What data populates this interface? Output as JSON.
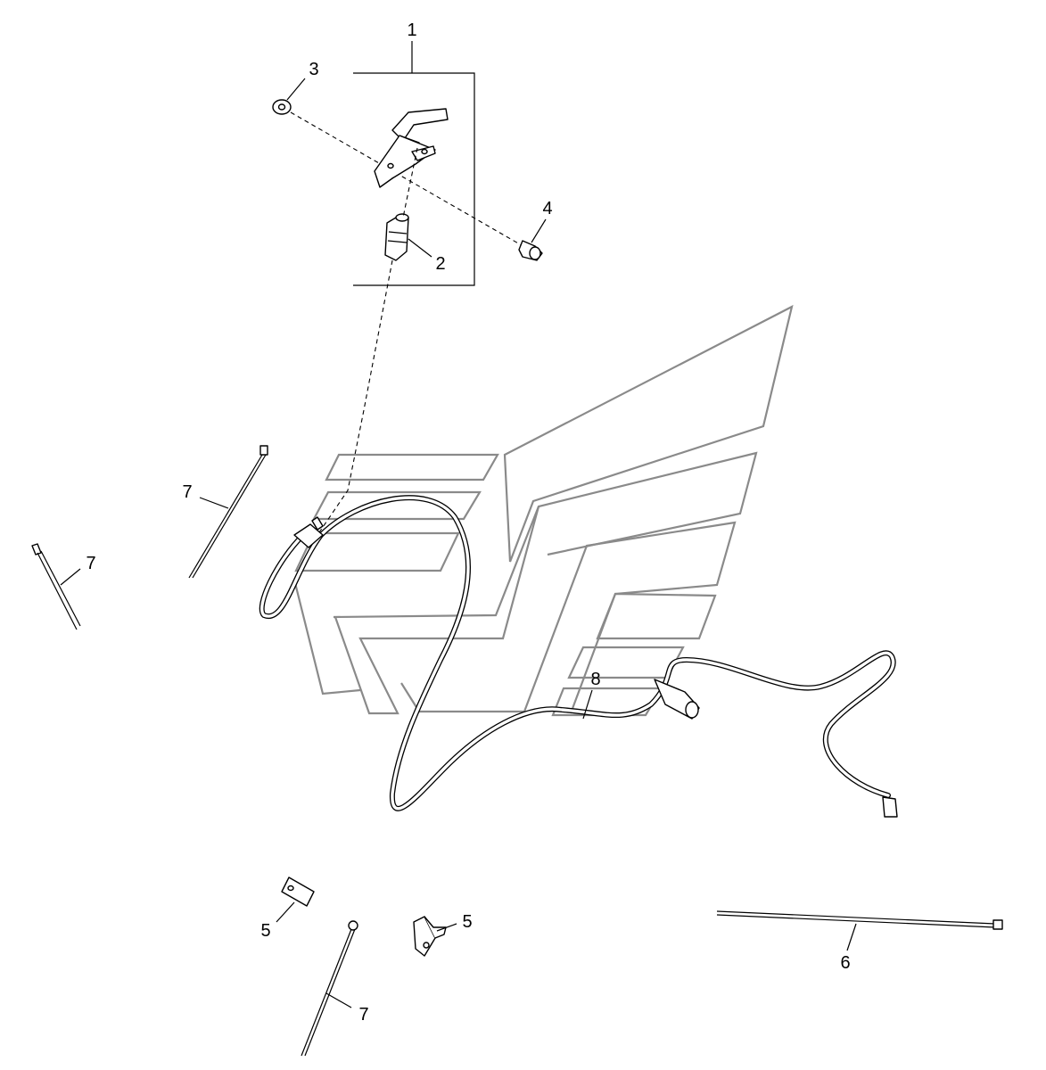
{
  "diagram": {
    "callouts": [
      {
        "id": "c1",
        "label": "1"
      },
      {
        "id": "c2",
        "label": "2"
      },
      {
        "id": "c3",
        "label": "3"
      },
      {
        "id": "c4",
        "label": "4"
      },
      {
        "id": "c5a",
        "label": "5"
      },
      {
        "id": "c5b",
        "label": "5"
      },
      {
        "id": "c6",
        "label": "6"
      },
      {
        "id": "c7a",
        "label": "7"
      },
      {
        "id": "c7b",
        "label": "7"
      },
      {
        "id": "c7c",
        "label": "7"
      },
      {
        "id": "c8",
        "label": "8"
      }
    ],
    "colors": {
      "line": "#000000",
      "ghost": "#8a8a8a",
      "background": "#ffffff"
    }
  }
}
